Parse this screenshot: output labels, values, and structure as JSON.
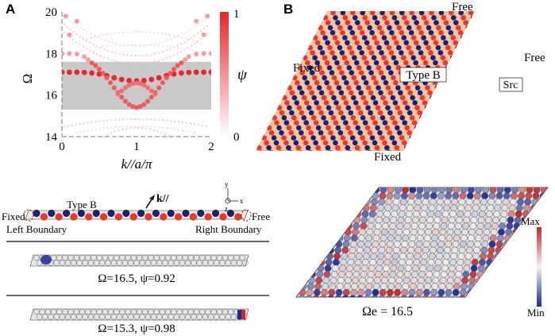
{
  "panels": {
    "a_letter": "A",
    "b_letter": "B"
  },
  "chart_data": {
    "type": "scatter",
    "ylabel": "Ω",
    "xlabel": "k//a/π",
    "xlim": [
      0,
      2
    ],
    "ylim": [
      14,
      20
    ],
    "xticks": [
      "0",
      "1",
      "2"
    ],
    "yticks": [
      "14",
      "16",
      "18",
      "20"
    ],
    "colorbar": {
      "label": "ψ",
      "ticks": [
        "0",
        "1"
      ],
      "range": [
        0,
        1
      ],
      "color_low": "#ffffff",
      "color_high": "#e8262b"
    },
    "gap_band": [
      15.3,
      17.6
    ],
    "series": [
      {
        "values": [
          [
            0.0,
            17.1
          ],
          [
            0.1,
            17.1
          ],
          [
            0.2,
            17.1
          ],
          [
            0.3,
            17.09
          ],
          [
            0.4,
            17.06
          ],
          [
            0.5,
            17.01
          ],
          [
            0.6,
            16.93
          ],
          [
            0.7,
            16.83
          ],
          [
            0.8,
            16.75
          ],
          [
            0.9,
            16.7
          ],
          [
            1.0,
            16.68
          ],
          [
            1.1,
            16.7
          ],
          [
            1.2,
            16.75
          ],
          [
            1.3,
            16.83
          ],
          [
            1.4,
            16.93
          ],
          [
            1.5,
            17.01
          ],
          [
            1.6,
            17.06
          ],
          [
            1.7,
            17.09
          ],
          [
            1.8,
            17.1
          ],
          [
            1.9,
            17.1
          ],
          [
            2.0,
            17.1
          ]
        ]
      },
      {
        "values": [
          [
            0.4,
            17.55
          ],
          [
            0.45,
            17.42
          ],
          [
            0.5,
            17.25
          ],
          [
            0.55,
            17.05
          ],
          [
            0.6,
            16.83
          ],
          [
            0.65,
            16.6
          ],
          [
            0.7,
            16.35
          ],
          [
            0.75,
            16.12
          ],
          [
            0.8,
            15.9
          ],
          [
            0.85,
            15.7
          ],
          [
            0.9,
            15.55
          ],
          [
            0.95,
            15.45
          ],
          [
            1.0,
            15.4
          ],
          [
            1.05,
            15.45
          ],
          [
            1.1,
            15.55
          ],
          [
            1.15,
            15.7
          ],
          [
            1.2,
            15.9
          ],
          [
            1.25,
            16.12
          ],
          [
            1.3,
            16.35
          ],
          [
            1.35,
            16.6
          ],
          [
            1.4,
            16.83
          ],
          [
            1.45,
            17.05
          ],
          [
            1.5,
            17.25
          ],
          [
            1.55,
            17.42
          ],
          [
            1.6,
            17.55
          ]
        ]
      },
      {
        "values": [
          [
            0.75,
            16.05
          ],
          [
            0.8,
            16.2
          ],
          [
            0.85,
            16.35
          ],
          [
            0.9,
            16.48
          ],
          [
            0.95,
            16.55
          ],
          [
            1.0,
            16.58
          ],
          [
            1.05,
            16.55
          ],
          [
            1.1,
            16.48
          ],
          [
            1.15,
            16.35
          ],
          [
            1.2,
            16.2
          ],
          [
            1.25,
            16.05
          ]
        ]
      },
      {
        "values": [
          [
            0.0,
            18.0
          ],
          [
            0.1,
            18.0
          ],
          [
            0.2,
            17.97
          ],
          [
            0.3,
            17.85
          ],
          [
            0.35,
            17.7
          ],
          [
            1.65,
            17.7
          ],
          [
            1.7,
            17.85
          ],
          [
            1.8,
            17.97
          ],
          [
            1.9,
            18.0
          ],
          [
            2.0,
            18.0
          ],
          [
            0.05,
            19.8
          ],
          [
            0.2,
            19.55
          ],
          [
            1.8,
            19.55
          ],
          [
            1.95,
            19.8
          ],
          [
            0.1,
            18.9
          ],
          [
            1.9,
            18.9
          ]
        ]
      }
    ]
  },
  "ribbon": {
    "type_b": "Type B",
    "k_label": "k//",
    "fixed": "Fixed",
    "free": "Free",
    "left_boundary": "Left Boundary",
    "right_boundary": "Right Boundary",
    "axis_y": "y",
    "axis_x": "x",
    "axis_z": "z"
  },
  "modes": [
    {
      "caption": "Ω=16.5, ψ=0.92"
    },
    {
      "caption": "Ω=15.3, ψ=0.98"
    }
  ],
  "lattice_b": {
    "free_top": "Free",
    "free_right": "Free",
    "fixed_left": "Fixed",
    "fixed_bottom": "Fixed",
    "type_b": "Type B",
    "src": "Src"
  },
  "field_map": {
    "caption": "Ωe = 16.5",
    "max": "Max",
    "min": "Min",
    "color_max": "#c0282e",
    "color_mid": "#f2f2f2",
    "color_min": "#1d2a8f"
  }
}
